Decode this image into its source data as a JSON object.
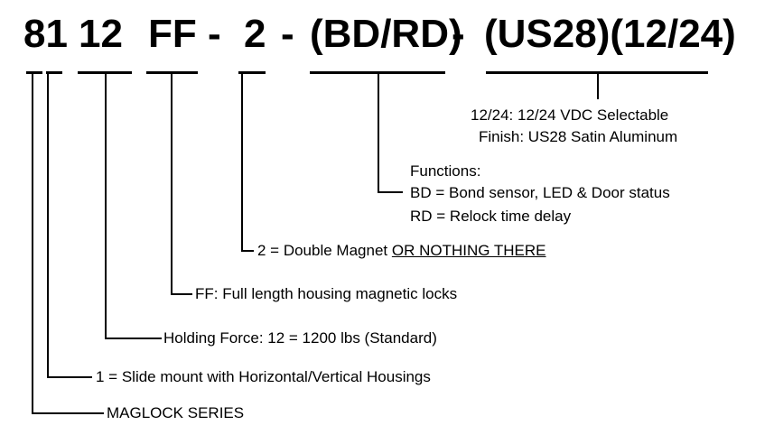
{
  "code": {
    "series": "81",
    "mount": "12",
    "housing": "FF",
    "sep1": "-",
    "magnet": "2",
    "sep2": "-",
    "functions": "(BD/RD)",
    "sep3": "-",
    "finish_voltage": "(US28)(12/24)"
  },
  "labels": {
    "voltage": "12/24: 12/24 VDC Selectable",
    "finish": "Finish: US28 Satin Aluminum",
    "functions_title": "Functions:",
    "bd": "BD = Bond sensor, LED & Door status",
    "rd": "RD = Relock time delay",
    "magnet": "2 = Double Magnet",
    "magnet_alt": "OR NOTHING THERE",
    "housing": "FF: Full length housing magnetic locks",
    "holding_force": "Holding Force: 12 = 1200 lbs (Standard)",
    "mount": "1 = Slide mount with Horizontal/Vertical Housings",
    "series": "MAGLOCK SERIES"
  }
}
